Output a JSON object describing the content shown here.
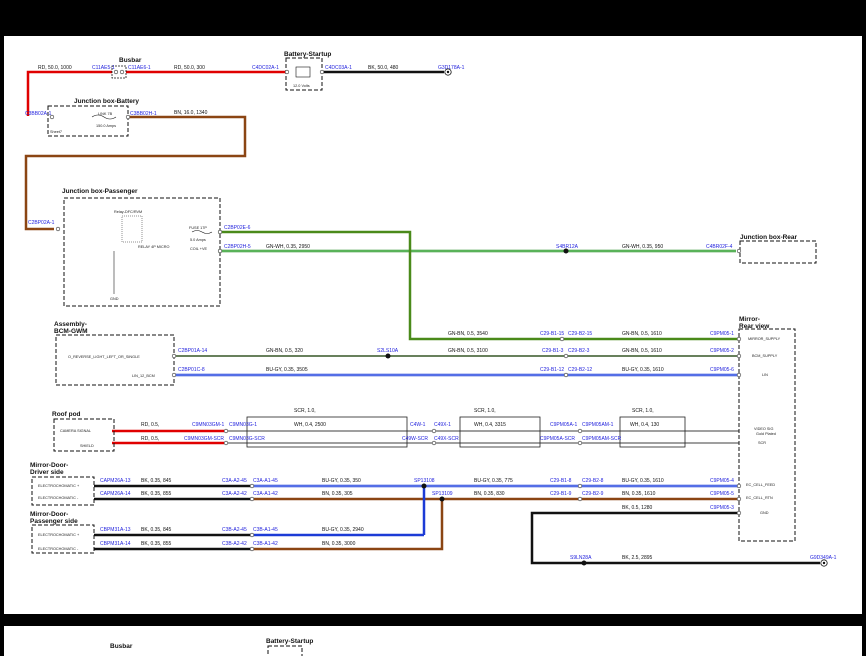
{
  "components": {
    "busbar": "Busbar",
    "battery_startup": "Battery-Startup",
    "battery_voltage": "12.0 Volts",
    "jb_battery": "Junction box-Battery",
    "link": "LINK 7B",
    "link_rating": "150.0 Amps",
    "sheet": "Sheet7",
    "jb_passenger": "Junction box-Passenger",
    "relay": "Relay-DFC/RVM",
    "fuse": "FUSE 17P",
    "fuse_rating": "5.0 Amps",
    "coil": "COIL +VE",
    "relay_small": "RELAY 4P MICRO",
    "gnd": "GND",
    "jb_rear": "Junction box-Rear",
    "bcm_title_1": "Assembly-",
    "bcm_title_2": "BCM-GWM",
    "bcm_pin1": "O_REVERSE_LIGHT_LEFT_OR_SINGLE",
    "bcm_pin2": "LIN_12_BCM",
    "mirror_title_1": "Mirror-",
    "mirror_title_2": "Rear view",
    "mirror_supply": "MIRROR_SUPPLY",
    "bcm_supply": "BCM_SUPPLY",
    "lin": "LIN",
    "video_sig": "VIDEO SIG",
    "gold_plated": "Gold Plated",
    "scr": "SCR",
    "ec_feed": "EC_CELL_FEED",
    "ec_rtn": "EC_CELL_RTN",
    "gnd2": "GND",
    "roof_pod": "Roof pod",
    "camera_signal": "CAMERA SIGNAL",
    "shield": "SHIELD",
    "mirror_driver_1": "Mirror-Door-",
    "mirror_driver_2": "Driver side",
    "mirror_pass_1": "Mirror-Door-",
    "mirror_pass_2": "Passenger side",
    "ec_plus": "ELECTROCHOMATIC +",
    "ec_minus": "ELECTROCHOMATIC -"
  },
  "connectors": {
    "c11ae5": "C11AE5-1",
    "c11ae6": "C11AE6-1",
    "c4dc02a": "C4DC02A-1",
    "c4dc03a": "C4DC03A-1",
    "g3d178a": "G3D178A-1",
    "c3bb02a": "C3BB02A-1",
    "c3bb02h": "C3BB02H-1",
    "c2bp02a": "C2BP02A-1",
    "c2bp02e": "C2BP02E-6",
    "c2bp02h": "C2BP02H-5",
    "s4br12a": "S4BR12A",
    "c4br02f": "C4BR02F-4",
    "c29b1_15": "C29-B1-15",
    "c29b2_15": "C29-B2-15",
    "c9pm05_1": "C9PM05-1",
    "c2bp01a": "C2BP01A-14",
    "s2ls10a": "S2LS10A",
    "c29b1_3": "C29-B1-3",
    "c29b2_3": "C29-B2-3",
    "c9pm05_2": "C9PM05-2",
    "c2bp01c": "C2BP01C-8",
    "c29b1_12": "C29-B1-12",
    "c29b2_12": "C29-B2-12",
    "c9pm05_6": "C9PM05-6",
    "c9mn03gm": "C9MN03GM-1",
    "c9mn03g": "C9MN03G-1",
    "c4w1": "C4W-1",
    "c49x1": "C49X-1",
    "c9pm05a1": "C9PM05A-1",
    "c9pm05am1": "C9PM05AM-1",
    "c9mn03gmscr": "C9MN03GM-SCR",
    "c9mn03gscr": "C9MN03G-SCR",
    "c4wscr": "C49W-SCR",
    "c49xscr": "C49X-SCR",
    "c9pm05ascr": "C9PM05A-SCR",
    "c9pm05amscr": "C9PM05AM-SCR",
    "capm26a13": "CAPM26A-13",
    "capm26a14": "CAPM26A-14",
    "c3aa2_45": "C3A-A2-45",
    "c3aa1_45": "C3A-A1-45",
    "c3aa2_42": "C3A-A2-42",
    "c3aa1_42": "C3A-A1-42",
    "sp13108": "SP13108",
    "sp13109": "SP13109",
    "c29b1_8": "C29-B1-8",
    "c29b2_8": "C29-B2-8",
    "c9pm05_4": "C9PM05-4",
    "c29b1_9": "C29-B1-9",
    "c29b2_9": "C29-B2-9",
    "c9pm05_5": "C9PM05-5",
    "c9pm05_3": "C9PM05-3",
    "cbpm31a13": "CBPM31A-13",
    "cbpm31a14": "CBPM31A-14",
    "c3ba2_45": "C3B-A2-45",
    "c3ba1_45": "C3B-A1-45",
    "c3ba2_42": "C3B-A2-42",
    "c3ba1_42": "C3B-A1-42",
    "s9ln28a": "S9LN28A",
    "g9d349a": "G9D349A-1"
  },
  "wires": {
    "w1": "RD, 50.0, 1000",
    "w2": "RD, 50.0, 300",
    "w3": "BK, 50.0, 480",
    "w4": "BN, 16.0, 1340",
    "w5": "GN-WH, 0.35, 2950",
    "w6": "GN-WH, 0.35, 950",
    "w7": "GN-BN, 0.5, 3540",
    "w8": "GN-BN, 0.5, 1610",
    "w9": "GN-BN, 0.5, 320",
    "w10": "GN-BN, 0.5, 3100",
    "w11": "GN-BN, 0.5, 1610",
    "w12": "BU-GY, 0.35, 3505",
    "w13": "BU-GY, 0.35, 1610",
    "scr": "SCR, 1.0,",
    "rd05": "RD, 0.5,",
    "w14": "WH, 0.4, 2500",
    "w15": "WH, 0.4, 3315",
    "w16": "WH, 0.4, 130",
    "w17": "BK, 0.35, 845",
    "w18": "BU-GY, 0.35, 350",
    "w19": "BU-GY, 0.35, 775",
    "w20": "BU-GY, 0.35, 1610",
    "w21": "BK, 0.35, 855",
    "w22": "BN, 0.35, 305",
    "w23": "BN, 0.35, 830",
    "w24": "BN, 0.35, 1610",
    "w25": "BK, 0.5, 1280",
    "w26": "BK, 0.35, 845",
    "w27": "BU-GY, 0.35, 2940",
    "w28": "BK, 0.35, 855",
    "w29": "BN, 0.35, 3000",
    "w30": "BK, 2.5, 2895"
  },
  "sheet2": {
    "busbar": "Busbar",
    "battery_startup": "Battery-Startup"
  }
}
